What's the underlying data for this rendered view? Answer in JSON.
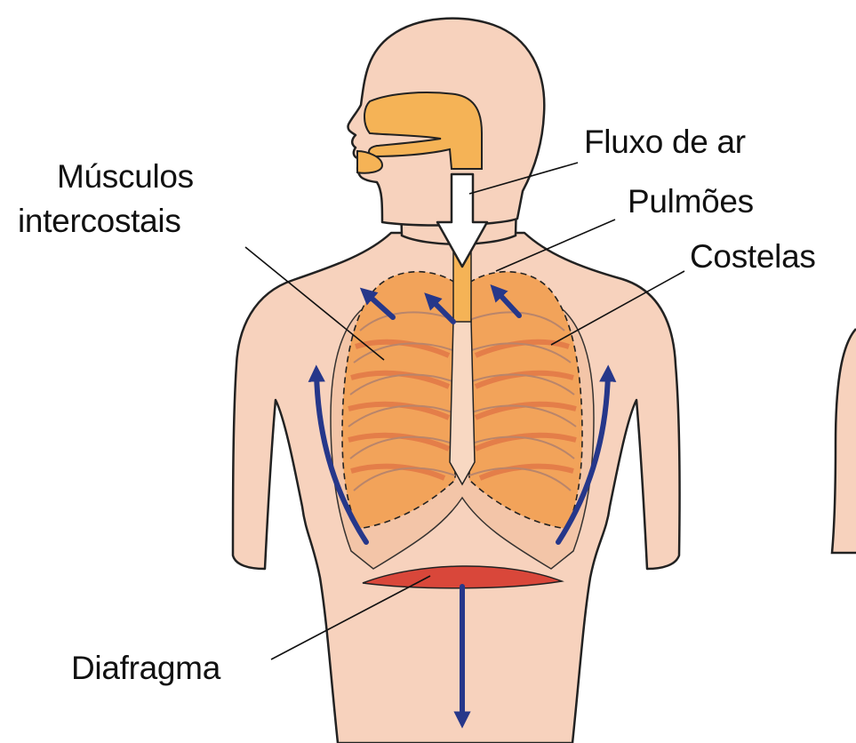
{
  "labels": {
    "airflow": "Fluxo de ar",
    "lungs": "Pulmões",
    "ribs": "Costelas",
    "muscles_line1": "Músculos",
    "muscles_line2": "intercostais",
    "diaphragm": "Diafragma"
  },
  "colors": {
    "skin": "#f7d2bd",
    "skin_outline": "#222222",
    "airway": "#f5b356",
    "lungs": "#f2a35a",
    "muscle": "#e07244",
    "ribs": "#f8d8c2",
    "diaphragm": "#d9473a",
    "arrow_blue": "#26378a",
    "air_arrow": "#ffffff"
  },
  "icons": {
    "air_arrow": "down-arrow-icon",
    "motion_arrows": "arrow-icon"
  }
}
